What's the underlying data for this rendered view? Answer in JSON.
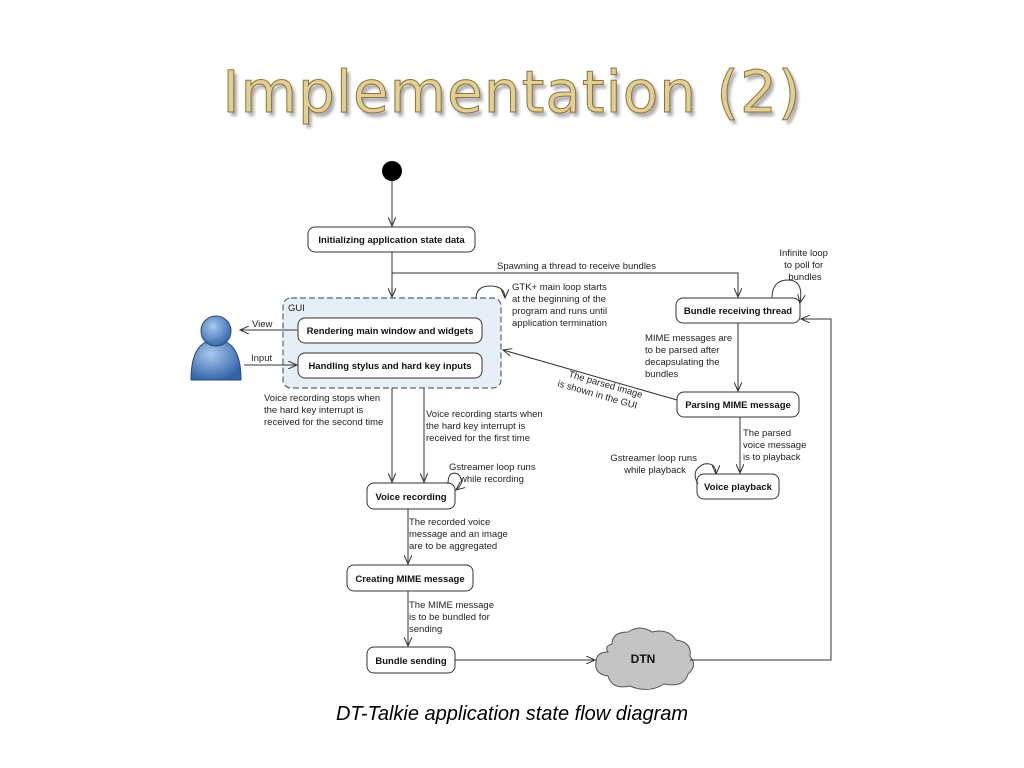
{
  "slide": {
    "title": "Implementation (2)",
    "caption": "DT-Talkie application state flow diagram"
  },
  "diagram": {
    "group_label": "GUI",
    "nodes": {
      "init": "Initializing application state data",
      "render": "Rendering main window and widgets",
      "stylus": "Handling stylus and hard key inputs",
      "bundle_recv": "Bundle receiving thread",
      "parse_mime": "Parsing MIME message",
      "voice_play": "Voice playback",
      "voice_rec": "Voice recording",
      "create_mime": "Creating MIME message",
      "bundle_send": "Bundle sending",
      "dtn": "DTN"
    },
    "labels": {
      "view": "View",
      "input": "Input",
      "spawn": "Spawning a thread to receive bundles",
      "gtk": [
        "GTK+ main loop starts",
        "at the beginning of the",
        "program and runs until",
        "application termination"
      ],
      "infinite": [
        "Infinite loop",
        "to poll for",
        "bundles"
      ],
      "mime_parse": [
        "MIME messages are",
        "to be parsed after",
        "decapsulating the",
        "bundles"
      ],
      "parsed_image": [
        "The parsed image",
        "is shown in the GUI"
      ],
      "parsed_voice": [
        "The parsed",
        "voice message",
        "is to playback"
      ],
      "gst_play": [
        "Gstreamer loop runs",
        "while playback"
      ],
      "rec_stop": [
        "Voice recording stops when",
        "the hard key interrupt is",
        "received for the second time"
      ],
      "rec_start": [
        "Voice recording starts when",
        "the hard key interrupt is",
        "received for the first time"
      ],
      "gst_rec": [
        "Gstreamer loop runs",
        "while recording"
      ],
      "aggregate": [
        "The recorded voice",
        "message and an image",
        "are to be aggregated"
      ],
      "bundled": [
        "The MIME message",
        "is to be bundled for",
        "sending"
      ]
    },
    "colors": {
      "gui_fill": "#e6eef8",
      "gui_stroke": "#556677",
      "cloud_fill": "#c4c4c4",
      "user_blue": "#4a7fc0"
    }
  }
}
